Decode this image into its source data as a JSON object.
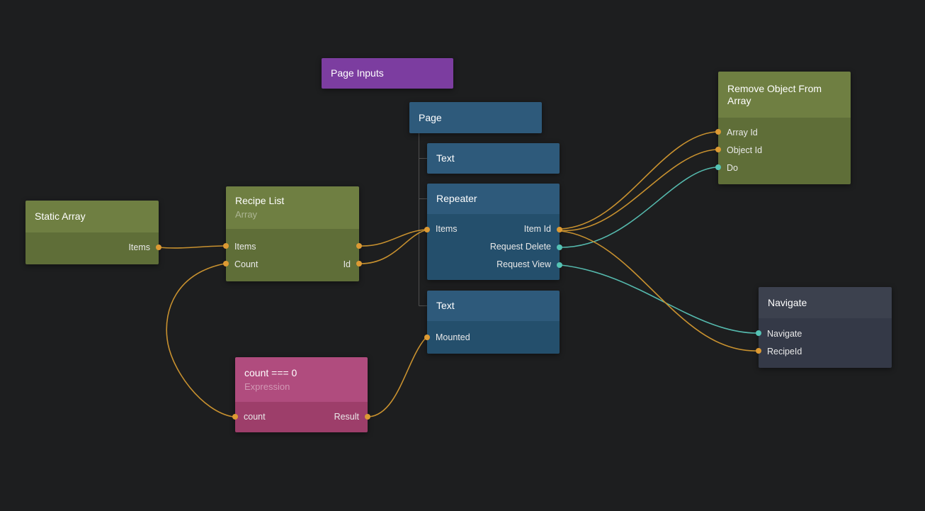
{
  "colors": {
    "background": "#1d1e1f",
    "green_node_header": "#6f7f42",
    "green_node_body": "#5f6e38",
    "blue_node_header": "#2e5a7b",
    "blue_node_body": "#244f6c",
    "purple_node": "#7c3da0",
    "pink_node_header": "#b04c7e",
    "pink_node_body": "#9d3e6a",
    "gray_node_header": "#3c414e",
    "gray_node_body": "#343947",
    "connection_orange": "#c8912f",
    "connection_teal": "#55b9ad"
  },
  "nodes": {
    "page_inputs": {
      "title": "Page Inputs"
    },
    "page": {
      "title": "Page"
    },
    "text_top": {
      "title": "Text"
    },
    "repeater": {
      "title": "Repeater",
      "ports": {
        "items": "Items",
        "item_id": "Item Id",
        "request_delete": "Request Delete",
        "request_view": "Request View"
      }
    },
    "text_bottom": {
      "title": "Text",
      "ports": {
        "mounted": "Mounted"
      }
    },
    "static_array": {
      "title": "Static Array",
      "ports": {
        "items": "Items"
      }
    },
    "recipe_list": {
      "title": "Recipe List",
      "subtitle": "Array",
      "ports": {
        "items": "Items",
        "count": "Count",
        "id": "Id"
      }
    },
    "expression": {
      "title": "count === 0",
      "subtitle": "Expression",
      "ports": {
        "count": "count",
        "result": "Result"
      }
    },
    "remove_object_from_array": {
      "title": "Remove Object From Array",
      "ports": {
        "array_id": "Array Id",
        "object_id": "Object Id",
        "do": "Do"
      }
    },
    "navigate": {
      "title": "Navigate",
      "ports": {
        "navigate": "Navigate",
        "recipe_id": "RecipeId"
      }
    }
  }
}
